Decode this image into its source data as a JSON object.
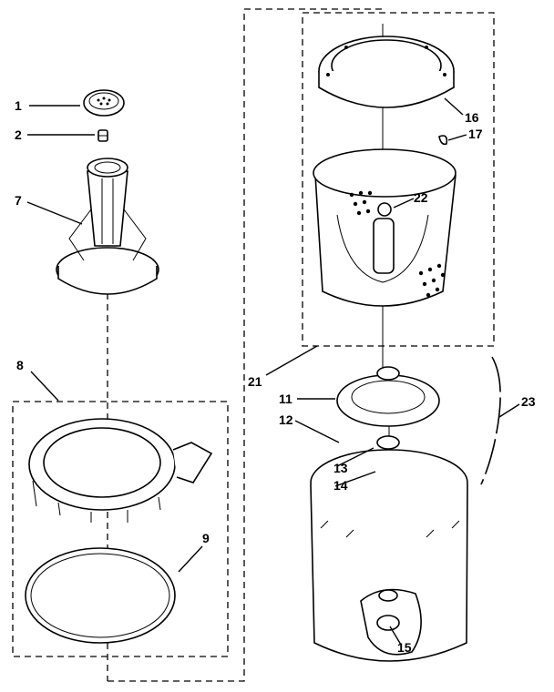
{
  "diagram": {
    "callouts": [
      {
        "id": "callout-1",
        "text": "1"
      },
      {
        "id": "callout-2",
        "text": "2"
      },
      {
        "id": "callout-7",
        "text": "7"
      },
      {
        "id": "callout-8",
        "text": "8"
      },
      {
        "id": "callout-9",
        "text": "9"
      },
      {
        "id": "callout-11",
        "text": "11"
      },
      {
        "id": "callout-12",
        "text": "12"
      },
      {
        "id": "callout-13",
        "text": "13"
      },
      {
        "id": "callout-14",
        "text": "14"
      },
      {
        "id": "callout-15",
        "text": "15"
      },
      {
        "id": "callout-16",
        "text": "16"
      },
      {
        "id": "callout-17",
        "text": "17"
      },
      {
        "id": "callout-21",
        "text": "21"
      },
      {
        "id": "callout-22",
        "text": "22"
      },
      {
        "id": "callout-23",
        "text": "23"
      }
    ]
  },
  "colors": {
    "ink": "#000000",
    "paper": "#ffffff"
  }
}
